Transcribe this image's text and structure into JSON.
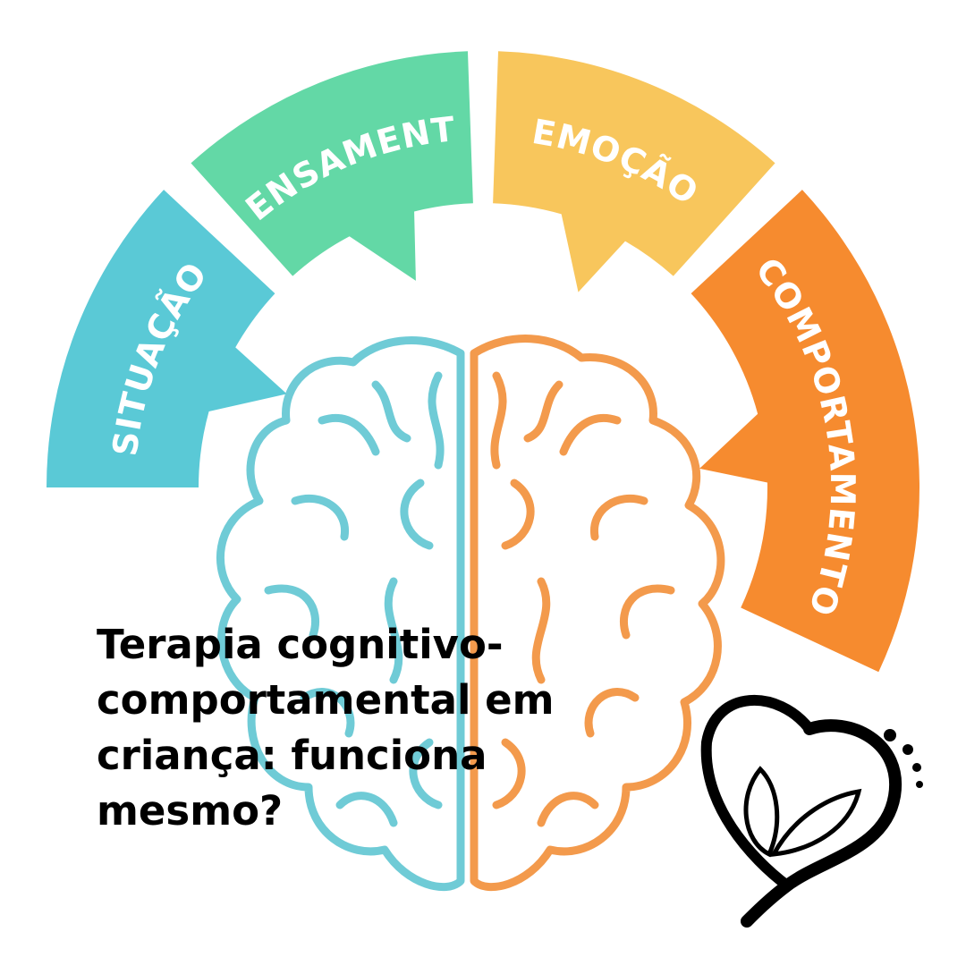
{
  "segments": [
    {
      "label": "SITUAÇÃO",
      "color": "#5ac9d6"
    },
    {
      "label": "PENSAMENTO",
      "color": "#63d8a6"
    },
    {
      "label": "EMOÇÃO",
      "color": "#f8c65c"
    },
    {
      "label": "COMPORTAMENTO",
      "color": "#f68b2f"
    }
  ],
  "brain": {
    "left_color": "#6fcbd6",
    "right_color": "#f39a4c"
  },
  "title": {
    "lines": [
      "Terapia cognitivo-",
      "comportamental em",
      "criança: funciona",
      "mesmo?"
    ]
  }
}
